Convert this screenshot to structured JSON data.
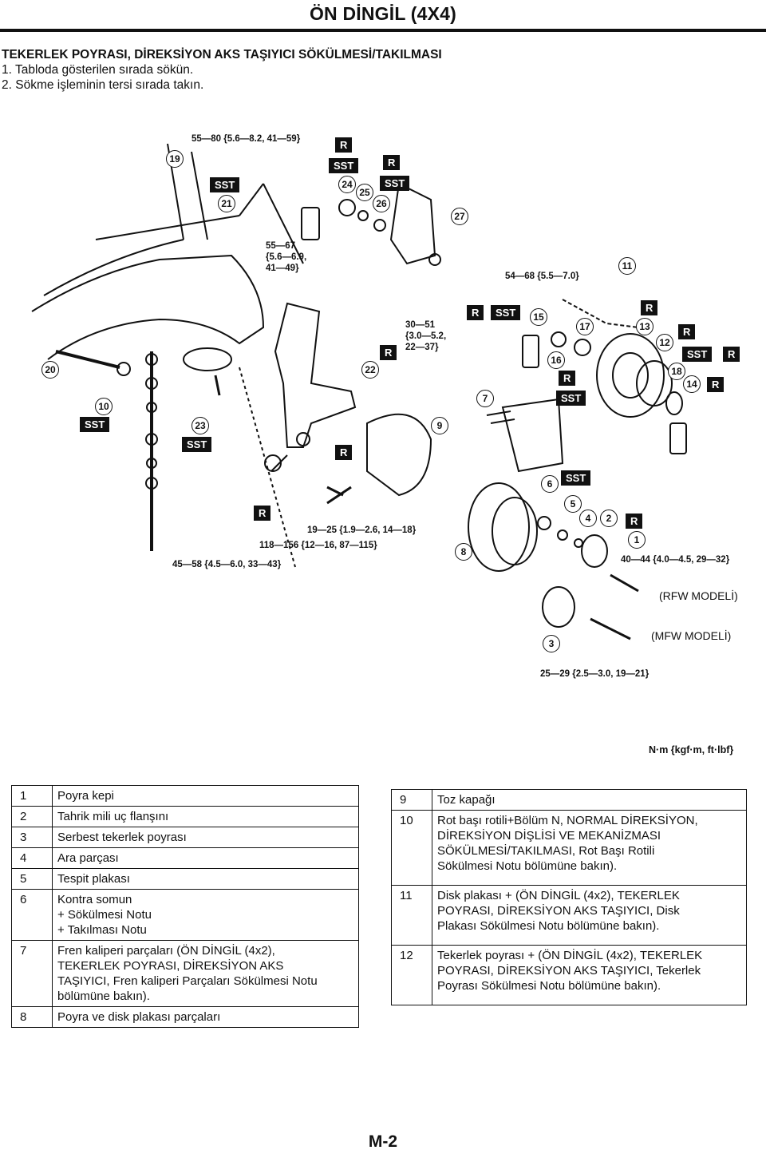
{
  "header": {
    "title": "ÖN DİNGİL (4X4)"
  },
  "intro": {
    "heading": "TEKERLEK POYRASI, DİREKSİYON AKS TAŞIYICI SÖKÜLMESİ/TAKILMASI",
    "steps": [
      "1. Tabloda gösterilen sırada sökün.",
      "2. Sökme işleminin tersi sırada takın."
    ]
  },
  "diagram": {
    "torque_labels": [
      "55—80 {5.6—8.2, 41—59}",
      "55—67",
      "{5.6—6.9,",
      "41—49}",
      "54—68 {5.5—7.0}",
      "30—51",
      "{3.0—5.2,",
      "22—37}",
      "19—25 {1.9—2.6, 14—18}",
      "118—156 {12—16, 87—115}",
      "45—58 {4.5—6.0, 33—43}",
      "40—44 {4.0—4.5, 29—32}",
      "25—29 {2.5—3.0, 19—21}"
    ],
    "boxes": [
      "R",
      "SST",
      "R",
      "SST",
      "SST",
      "SST",
      "SST",
      "R",
      "R",
      "R",
      "SST",
      "R",
      "R",
      "SST",
      "R",
      "R",
      "R",
      "SST",
      "SST",
      "R"
    ],
    "numbers": [
      "19",
      "21",
      "24",
      "25",
      "26",
      "27",
      "11",
      "15",
      "17",
      "13",
      "12",
      "16",
      "18",
      "14",
      "20",
      "22",
      "10",
      "23",
      "9",
      "7",
      "6",
      "5",
      "4",
      "2",
      "1",
      "8",
      "3"
    ],
    "models": [
      "(RFW MODELİ)",
      "(MFW MODELİ)"
    ],
    "unit_label": "N·m {kgf·m, ft·lbf}"
  },
  "table_left": [
    {
      "n": "1",
      "text": "Poyra kepi"
    },
    {
      "n": "2",
      "text": "Tahrik mili uç flanşını"
    },
    {
      "n": "3",
      "text": "Serbest tekerlek poyrası"
    },
    {
      "n": "4",
      "text": "Ara parçası"
    },
    {
      "n": "5",
      "text": "Tespit plakası"
    },
    {
      "n": "6",
      "text": "Kontra somun\n+ Sökülmesi Notu\n+ Takılması Notu"
    },
    {
      "n": "7",
      "text": "Fren kaliperi parçaları  (ÖN DİNGİL (4x2),\nTEKERLEK POYRASI, DİREKSİYON AKS\nTAŞIYICI, Fren kaliperi Parçaları Sökülmesi Notu\nbölümüne bakın)."
    },
    {
      "n": "8",
      "text": "Poyra ve disk plakası parçaları"
    }
  ],
  "table_right": [
    {
      "n": "9",
      "text": "Toz kapağı"
    },
    {
      "n": "10",
      "text": "Rot başı rotili+Bölüm N, NORMAL DİREKSİYON,\nDİREKSİYON DİŞLİSİ VE MEKANİZMASI\nSÖKÜLMESİ/TAKILMASI, Rot Başı Rotili\nSökülmesi Notu bölümüne bakın)."
    },
    {
      "n": "11",
      "text": "Disk plakası + (ÖN DİNGİL (4x2), TEKERLEK\nPOYRASI, DİREKSİYON AKS TAŞIYICI, Disk\nPlakası Sökülmesi Notu bölümüne bakın)."
    },
    {
      "n": "12",
      "text": "Tekerlek poyrası + (ÖN DİNGİL (4x2), TEKERLEK\nPOYRASI, DİREKSİYON AKS TAŞIYICI, Tekerlek\nPoyrası Sökülmesi Notu bölümüne bakın)."
    }
  ],
  "footer": {
    "page": "M-2"
  }
}
